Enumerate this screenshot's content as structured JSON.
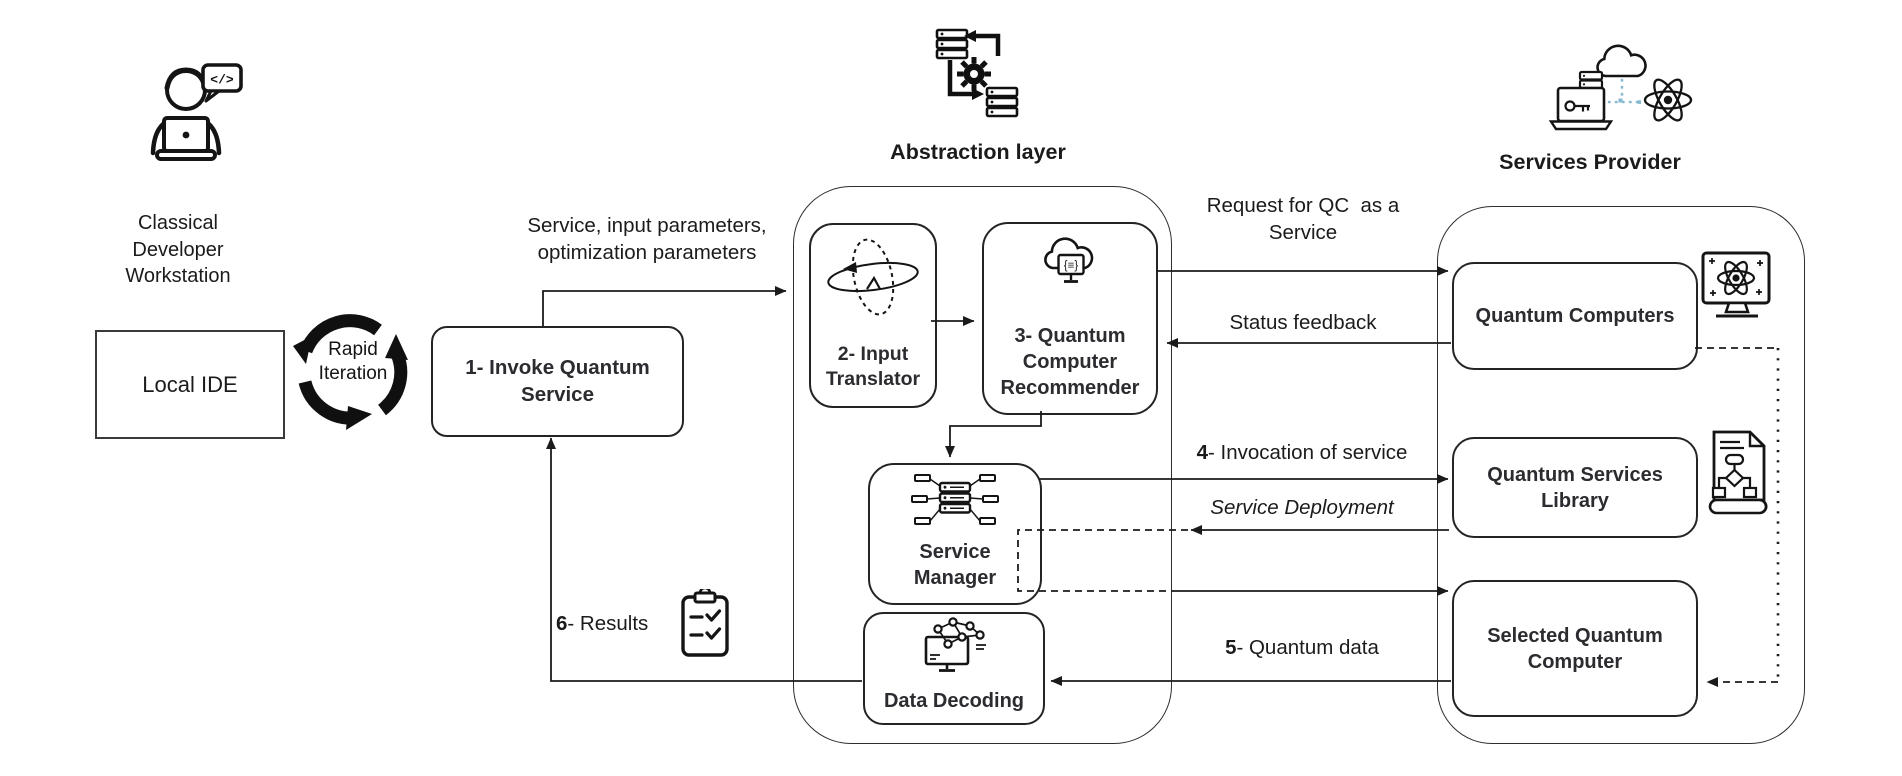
{
  "colors": {
    "ink": "#1b1b1b",
    "accent_teal": "#85b9cf"
  },
  "workstation": {
    "label_lines": [
      "Classical",
      "Developer",
      "Workstation"
    ],
    "local_ide": "Local IDE",
    "rapid_iteration_lines": [
      "Rapid",
      "Iteration"
    ],
    "invoke_box_lines": [
      "1- Invoke Quantum",
      "Service"
    ],
    "code_glyph": "</>"
  },
  "abstraction_layer": {
    "title": "Abstraction layer",
    "input_translator_lines": [
      "2- Input",
      "Translator"
    ],
    "recommender_lines": [
      "3- Quantum",
      "Computer",
      "Recommender"
    ],
    "recommender_glyph": "{≡}",
    "service_manager_lines": [
      "Service",
      "Manager"
    ],
    "data_decoding": "Data Decoding"
  },
  "services_provider": {
    "title": "Services Provider",
    "quantum_computers": "Quantum Computers",
    "services_library_lines": [
      "Quantum Services",
      "Library"
    ],
    "selected_computer_lines": [
      "Selected Quantum",
      "Computer"
    ]
  },
  "flows": {
    "params_line1": "Service, input parameters,",
    "params_line2": "optimization parameters",
    "request_line1": "Request for QC  as a",
    "request_line2": "Service",
    "status": "Status feedback",
    "invocation_num": "4",
    "invocation_text": "- Invocation of service",
    "deployment": "Service Deployment",
    "qdata_num": "5",
    "qdata_text": "- Quantum data",
    "results_num": "6",
    "results_text": "- Results"
  },
  "icons": {
    "developer": "developer-coding-icon",
    "rapid_iteration": "cycle-arrows-icon",
    "abstraction": "servers-gear-sync-icon",
    "input_translator": "orbit-rotation-icon",
    "recommender": "cloud-code-monitor-icon",
    "service_manager": "server-cluster-icon",
    "data_decoding": "network-graph-monitor-icon",
    "services_provider": "laptop-cloud-atom-icon",
    "quantum_computers": "atom-monitor-icon",
    "services_library": "flowchart-document-icon",
    "results": "checklist-clipboard-icon"
  }
}
